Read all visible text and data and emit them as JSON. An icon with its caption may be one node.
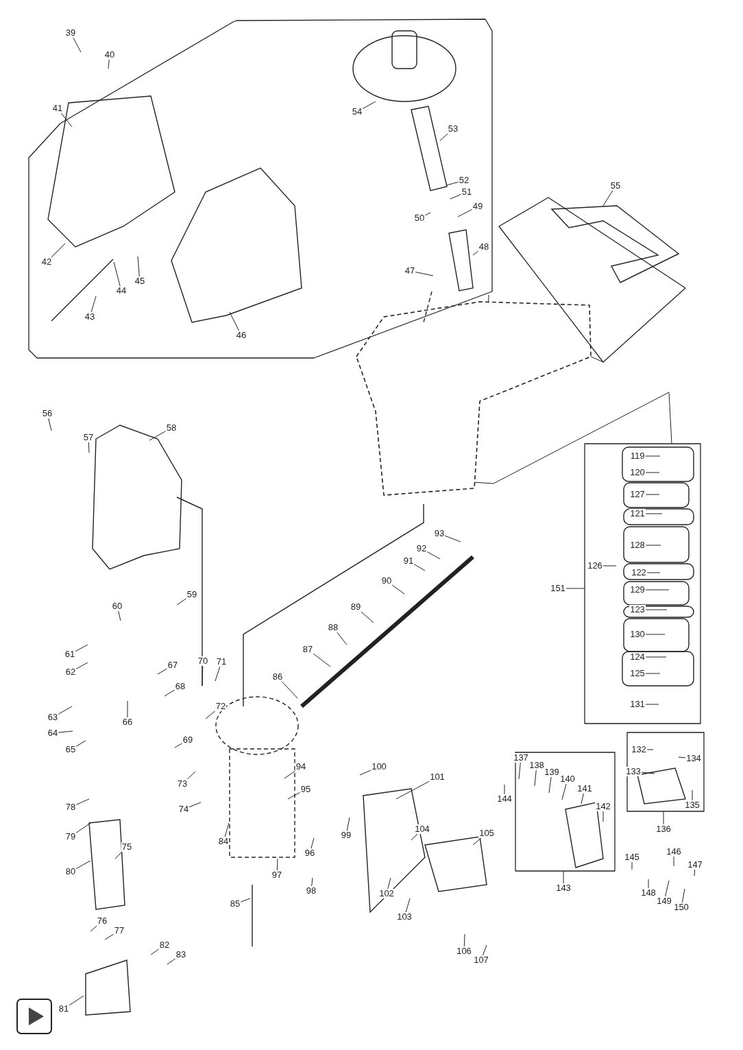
{
  "diagram": {
    "nodes": [
      {
        "text": [],
        "shape": "box"
      },
      {
        "text": [
          "39"
        ],
        "in": 0
      },
      {
        "text": [
          "40"
        ],
        "in": 0
      },
      {
        "text": [
          "41"
        ],
        "in": 0
      },
      {
        "text": [
          "42"
        ],
        "in": 0
      },
      {
        "text": [
          "43"
        ],
        "in": 0
      },
      {
        "text": [
          "44"
        ],
        "in": 0
      },
      {
        "text": [
          "45"
        ],
        "in": 0
      },
      {
        "text": [
          "46"
        ],
        "in": 0
      },
      {
        "text": [
          "47"
        ],
        "in": 0
      },
      {
        "text": [
          "48"
        ],
        "in": 0
      },
      {
        "text": [
          "49"
        ],
        "in": 0
      },
      {
        "text": [
          "50"
        ],
        "in": 0
      },
      {
        "text": [
          "51"
        ],
        "in": 0
      },
      {
        "text": [
          "52"
        ],
        "in": 0
      },
      {
        "text": [
          "53"
        ],
        "in": 0
      },
      {
        "text": [
          "54"
        ],
        "in": 0
      },
      {
        "text": [
          "55"
        ]
      },
      {
        "text": [],
        "shape": "box"
      },
      {
        "text": [],
        "shape": "picture"
      },
      {
        "text": [
          "56"
        ]
      },
      {
        "text": [
          "57"
        ]
      },
      {
        "text": [
          "58"
        ]
      },
      {
        "text": [
          "59"
        ]
      },
      {
        "text": [
          "60"
        ]
      },
      {
        "text": [
          "61"
        ]
      },
      {
        "text": [
          "62"
        ]
      },
      {
        "text": [
          "63"
        ]
      },
      {
        "text": [
          "64"
        ]
      },
      {
        "text": [
          "65"
        ]
      },
      {
        "text": [
          "66"
        ]
      },
      {
        "text": [
          "67"
        ]
      },
      {
        "text": [
          "68"
        ]
      },
      {
        "text": [
          "69"
        ]
      },
      {
        "text": [
          "70"
        ]
      },
      {
        "text": [
          "71"
        ]
      },
      {
        "text": [
          "72"
        ]
      },
      {
        "text": [
          "73"
        ]
      },
      {
        "text": [
          "74"
        ]
      },
      {
        "text": [
          "75"
        ]
      },
      {
        "text": [
          "76"
        ]
      },
      {
        "text": [
          "77"
        ]
      },
      {
        "text": [
          "78"
        ]
      },
      {
        "text": [
          "79"
        ]
      },
      {
        "text": [
          "80"
        ]
      },
      {
        "text": [
          "81"
        ]
      },
      {
        "text": [
          "82"
        ]
      },
      {
        "text": [
          "83"
        ]
      },
      {
        "text": [
          "84"
        ]
      },
      {
        "text": [
          "85"
        ]
      },
      {
        "text": [
          "86"
        ]
      },
      {
        "text": [
          "87"
        ]
      },
      {
        "text": [
          "88"
        ]
      },
      {
        "text": [
          "89"
        ]
      },
      {
        "text": [
          "90"
        ]
      },
      {
        "text": [
          "91"
        ]
      },
      {
        "text": [
          "92"
        ]
      },
      {
        "text": [
          "93"
        ]
      },
      {
        "text": [
          "94"
        ]
      },
      {
        "text": [
          "95"
        ]
      },
      {
        "text": [
          "96"
        ]
      },
      {
        "text": [
          "97"
        ]
      },
      {
        "text": [
          "98"
        ]
      },
      {
        "text": [
          "99"
        ]
      },
      {
        "text": [
          "100"
        ]
      },
      {
        "text": [
          "101"
        ]
      },
      {
        "text": [
          "102"
        ]
      },
      {
        "text": [
          "103"
        ]
      },
      {
        "text": [
          "104"
        ]
      },
      {
        "text": [
          "105"
        ]
      },
      {
        "text": [
          "106"
        ]
      },
      {
        "text": [
          "107"
        ]
      },
      {
        "text": [],
        "shape": "box"
      },
      {
        "text": [
          "119"
        ],
        "in": 72
      },
      {
        "text": [
          "120"
        ],
        "in": 72
      },
      {
        "text": [
          "127"
        ],
        "in": 72
      },
      {
        "text": [
          "121"
        ],
        "in": 72
      },
      {
        "text": [
          "128"
        ],
        "in": 72
      },
      {
        "text": [
          "126"
        ],
        "in": 72
      },
      {
        "text": [
          "122"
        ],
        "in": 72
      },
      {
        "text": [
          "129"
        ],
        "in": 72
      },
      {
        "text": [
          "123"
        ],
        "in": 72
      },
      {
        "text": [
          "130"
        ],
        "in": 72
      },
      {
        "text": [
          "124"
        ],
        "in": 72
      },
      {
        "text": [
          "125"
        ],
        "in": 72
      },
      {
        "text": [
          "131"
        ],
        "in": 72
      },
      {
        "text": [
          "151"
        ]
      },
      {
        "text": [],
        "shape": "box"
      },
      {
        "text": [
          "137"
        ],
        "in": 87
      },
      {
        "text": [
          "138"
        ],
        "in": 87
      },
      {
        "text": [
          "139"
        ],
        "in": 87
      },
      {
        "text": [
          "140"
        ],
        "in": 87
      },
      {
        "text": [
          "141"
        ],
        "in": 87
      },
      {
        "text": [
          "142"
        ],
        "in": 87
      },
      {
        "text": [
          "143"
        ]
      },
      {
        "text": [
          "144"
        ]
      },
      {
        "text": [
          "145"
        ]
      },
      {
        "text": [
          "146"
        ]
      },
      {
        "text": [
          "147"
        ]
      },
      {
        "text": [
          "148"
        ]
      },
      {
        "text": [
          "149"
        ]
      },
      {
        "text": [
          "150"
        ]
      },
      {
        "text": [],
        "shape": "box"
      },
      {
        "text": [
          "132"
        ],
        "in": 102
      },
      {
        "text": [
          "134"
        ],
        "in": 102
      },
      {
        "text": [
          "133"
        ],
        "in": 102
      },
      {
        "text": [
          "135"
        ],
        "in": 102
      },
      {
        "text": [
          "136"
        ]
      }
    ],
    "edges": [
      {
        "from": 1,
        "to": null,
        "arrow": "none"
      },
      {
        "from": 2,
        "to": null,
        "arrow": "none"
      },
      {
        "from": 3,
        "to": null,
        "arrow": "none"
      },
      {
        "from": 4,
        "to": null,
        "arrow": "none"
      },
      {
        "from": 5,
        "to": null,
        "arrow": "none"
      },
      {
        "from": 6,
        "to": null,
        "arrow": "none"
      },
      {
        "from": 7,
        "to": null,
        "arrow": "none"
      },
      {
        "from": 8,
        "to": null,
        "arrow": "none"
      },
      {
        "from": 9,
        "to": null,
        "arrow": "none"
      },
      {
        "from": 10,
        "to": null,
        "arrow": "none"
      },
      {
        "from": 11,
        "to": null,
        "arrow": "none"
      },
      {
        "from": 12,
        "to": null,
        "arrow": "none"
      },
      {
        "from": 13,
        "to": null,
        "arrow": "none"
      },
      {
        "from": 14,
        "to": null,
        "arrow": "none"
      },
      {
        "from": 15,
        "to": null,
        "arrow": "none"
      },
      {
        "from": 16,
        "to": null,
        "arrow": "none"
      },
      {
        "from": 17,
        "to": null,
        "arrow": "none"
      },
      {
        "from": 0,
        "to": 19,
        "arrow": "none"
      },
      {
        "from": 18,
        "to": 19,
        "arrow": "none"
      },
      {
        "from": 72,
        "to": 19,
        "arrow": "none"
      },
      {
        "from": 20,
        "to": null,
        "arrow": "none"
      },
      {
        "from": 21,
        "to": null,
        "arrow": "none"
      },
      {
        "from": 22,
        "to": null,
        "arrow": "none"
      },
      {
        "from": 23,
        "to": null,
        "arrow": "none"
      },
      {
        "from": 24,
        "to": null,
        "arrow": "none"
      },
      {
        "from": 25,
        "to": null,
        "arrow": "none"
      },
      {
        "from": 26,
        "to": null,
        "arrow": "none"
      },
      {
        "from": 27,
        "to": null,
        "arrow": "none"
      },
      {
        "from": 28,
        "to": null,
        "arrow": "none"
      },
      {
        "from": 29,
        "to": null,
        "arrow": "none"
      },
      {
        "from": 30,
        "to": null,
        "arrow": "none"
      },
      {
        "from": 31,
        "to": null,
        "arrow": "none"
      },
      {
        "from": 32,
        "to": null,
        "arrow": "none"
      },
      {
        "from": 33,
        "to": null,
        "arrow": "none"
      },
      {
        "from": 34,
        "to": null,
        "arrow": "none"
      },
      {
        "from": 35,
        "to": null,
        "arrow": "none"
      },
      {
        "from": 36,
        "to": null,
        "arrow": "none"
      },
      {
        "from": 37,
        "to": null,
        "arrow": "none"
      },
      {
        "from": 38,
        "to": null,
        "arrow": "none"
      },
      {
        "from": 39,
        "to": null,
        "arrow": "none"
      },
      {
        "from": 40,
        "to": null,
        "arrow": "none"
      },
      {
        "from": 41,
        "to": null,
        "arrow": "none"
      },
      {
        "from": 42,
        "to": null,
        "arrow": "none"
      },
      {
        "from": 43,
        "to": null,
        "arrow": "none"
      },
      {
        "from": 44,
        "to": null,
        "arrow": "none"
      },
      {
        "from": 45,
        "to": null,
        "arrow": "none"
      },
      {
        "from": 46,
        "to": null,
        "arrow": "none"
      },
      {
        "from": 47,
        "to": null,
        "arrow": "none"
      },
      {
        "from": 48,
        "to": null,
        "arrow": "none"
      },
      {
        "from": 49,
        "to": null,
        "arrow": "none"
      },
      {
        "from": 50,
        "to": null,
        "arrow": "none"
      },
      {
        "from": 51,
        "to": null,
        "arrow": "none"
      },
      {
        "from": 52,
        "to": null,
        "arrow": "none"
      },
      {
        "from": 53,
        "to": null,
        "arrow": "none"
      },
      {
        "from": 54,
        "to": null,
        "arrow": "none"
      },
      {
        "from": 55,
        "to": null,
        "arrow": "none"
      },
      {
        "from": 56,
        "to": null,
        "arrow": "none"
      },
      {
        "from": 57,
        "to": null,
        "arrow": "none"
      },
      {
        "from": 58,
        "to": null,
        "arrow": "none"
      },
      {
        "from": 59,
        "to": null,
        "arrow": "none"
      },
      {
        "from": 60,
        "to": null,
        "arrow": "none"
      },
      {
        "from": 61,
        "to": null,
        "arrow": "none"
      },
      {
        "from": 62,
        "to": null,
        "arrow": "none"
      },
      {
        "from": 63,
        "to": null,
        "arrow": "none"
      },
      {
        "from": 64,
        "to": null,
        "arrow": "none"
      },
      {
        "from": 65,
        "to": null,
        "arrow": "none"
      },
      {
        "from": 66,
        "to": null,
        "arrow": "none"
      },
      {
        "from": 67,
        "to": null,
        "arrow": "none"
      },
      {
        "from": 68,
        "to": null,
        "arrow": "none"
      },
      {
        "from": 69,
        "to": null,
        "arrow": "none"
      },
      {
        "from": 70,
        "to": null,
        "arrow": "none"
      },
      {
        "from": 71,
        "to": null,
        "arrow": "none"
      },
      {
        "from": 73,
        "to": null,
        "arrow": "none"
      },
      {
        "from": 74,
        "to": null,
        "arrow": "none"
      },
      {
        "from": 75,
        "to": null,
        "arrow": "none"
      },
      {
        "from": 76,
        "to": null,
        "arrow": "none"
      },
      {
        "from": 77,
        "to": null,
        "arrow": "none"
      },
      {
        "from": 78,
        "to": null,
        "arrow": "none"
      },
      {
        "from": 79,
        "to": null,
        "arrow": "none"
      },
      {
        "from": 80,
        "to": null,
        "arrow": "none"
      },
      {
        "from": 81,
        "to": null,
        "arrow": "none"
      },
      {
        "from": 82,
        "to": null,
        "arrow": "none"
      },
      {
        "from": 83,
        "to": null,
        "arrow": "none"
      },
      {
        "from": 84,
        "to": null,
        "arrow": "none"
      },
      {
        "from": 85,
        "to": null,
        "arrow": "none"
      },
      {
        "from": 86,
        "to": 72,
        "arrow": "none"
      },
      {
        "from": 88,
        "to": null,
        "arrow": "none"
      },
      {
        "from": 89,
        "to": null,
        "arrow": "none"
      },
      {
        "from": 90,
        "to": null,
        "arrow": "none"
      },
      {
        "from": 91,
        "to": null,
        "arrow": "none"
      },
      {
        "from": 92,
        "to": null,
        "arrow": "none"
      },
      {
        "from": 93,
        "to": null,
        "arrow": "none"
      },
      {
        "from": 94,
        "to": 87,
        "arrow": "none"
      },
      {
        "from": 95,
        "to": null,
        "arrow": "none"
      },
      {
        "from": 96,
        "to": null,
        "arrow": "none"
      },
      {
        "from": 97,
        "to": null,
        "arrow": "none"
      },
      {
        "from": 98,
        "to": null,
        "arrow": "none"
      },
      {
        "from": 99,
        "to": null,
        "arrow": "none"
      },
      {
        "from": 100,
        "to": null,
        "arrow": "none"
      },
      {
        "from": 101,
        "to": null,
        "arrow": "none"
      },
      {
        "from": 103,
        "to": null,
        "arrow": "none"
      },
      {
        "from": 104,
        "to": null,
        "arrow": "none"
      },
      {
        "from": 105,
        "to": null,
        "arrow": "none"
      },
      {
        "from": 106,
        "to": null,
        "arrow": "none"
      },
      {
        "from": 107,
        "to": 102,
        "arrow": "none"
      }
    ]
  }
}
